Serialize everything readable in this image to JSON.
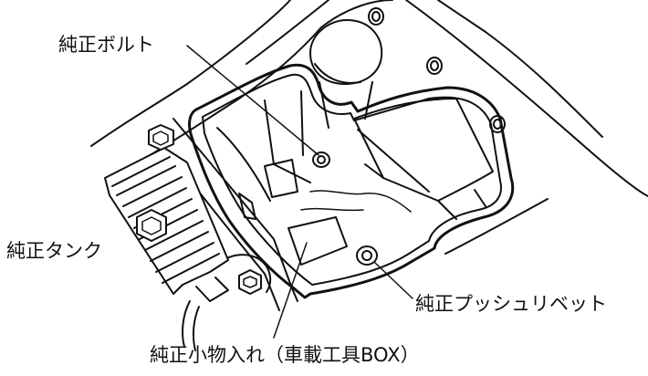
{
  "labels": {
    "bolt": "純正ボルト",
    "tank": "純正タンク",
    "rivet": "純正プッシュリベット",
    "tool_box": "純正小物入れ（車載工具BOX）"
  },
  "colors": {
    "ink": "#111111",
    "background": "#ffffff"
  }
}
